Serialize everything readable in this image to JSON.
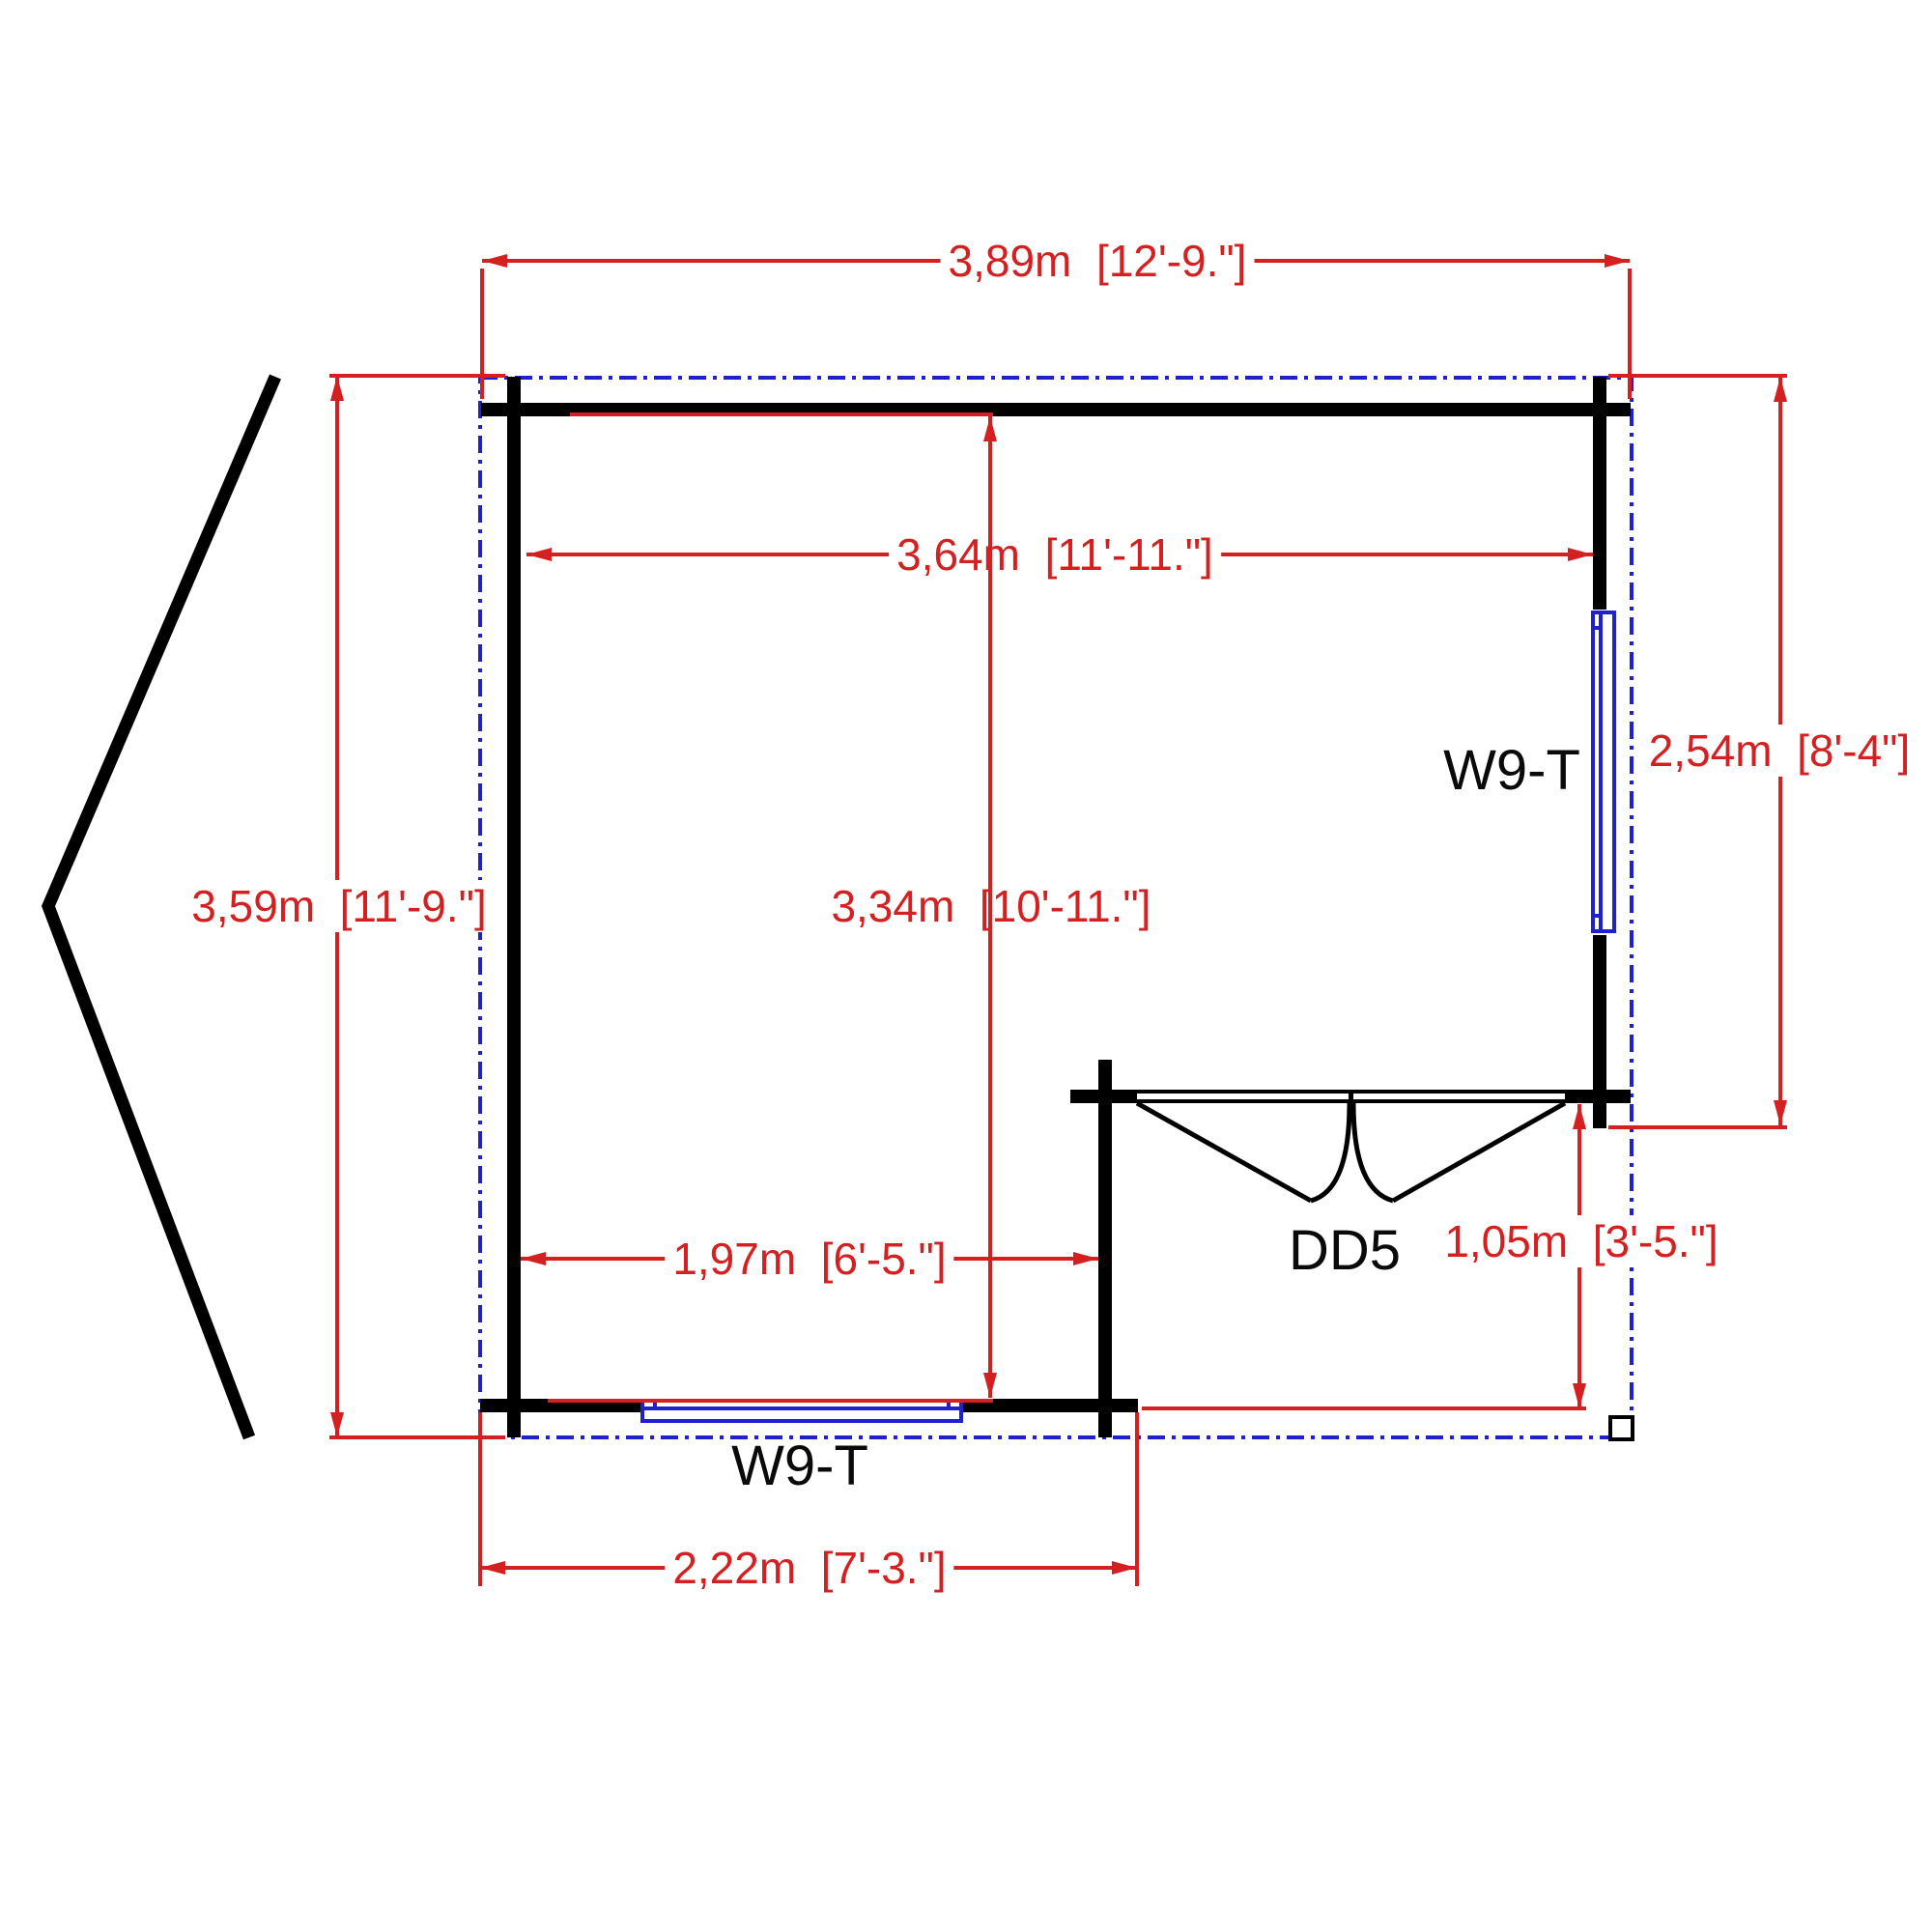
{
  "plan": {
    "dimensions": {
      "overall_width": "3,89m  [12'-9.\"]",
      "overall_depth": "3,59m  [11'-9.\"]",
      "inner_width": "3,64m  [11'-11.\"]",
      "inner_depth": "3,34m  [10'-11.\"]",
      "right_wall_length": "2,54m  [8'-4\"]",
      "room_bottom_width": "1,97m  [6'-5.\"]",
      "bottom_wall_width": "2,22m  [7'-3.\"]",
      "porch_depth": "1,05m  [3'-5.\"]"
    },
    "labels": {
      "window_right": "W9-T",
      "window_bottom": "W9-T",
      "double_door": "DD5"
    },
    "colors": {
      "dimension_red": "#d42020",
      "roof_outline_blue": "#2121cc",
      "wall_black": "#000000",
      "background": "#ffffff"
    }
  }
}
